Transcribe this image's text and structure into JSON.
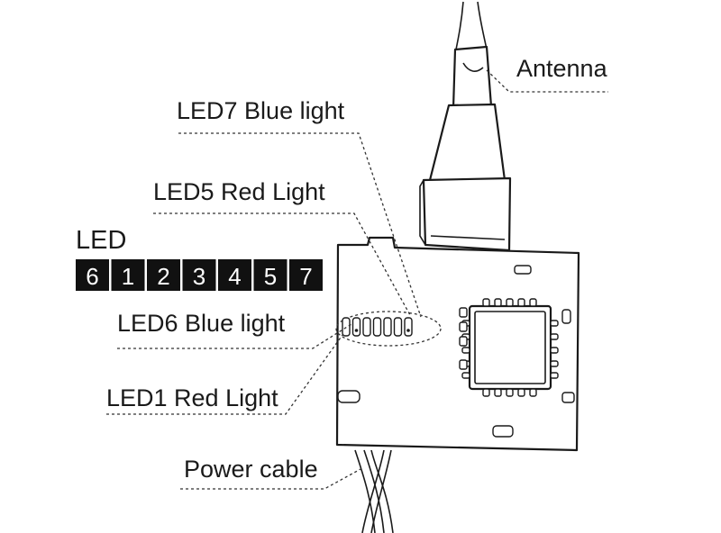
{
  "labels": {
    "antenna": "Antenna",
    "led7": "LED7 Blue light",
    "led5": "LED5 Red Light",
    "led_header": "LED",
    "led6": "LED6 Blue light",
    "led1": "LED1 Red Light",
    "power_cable": "Power cable"
  },
  "led_order": [
    "6",
    "1",
    "2",
    "3",
    "4",
    "5",
    "7"
  ],
  "colors": {
    "line": "#1a1a1a",
    "led_box": "#111111",
    "led_text": "#ffffff",
    "background": "#ffffff"
  }
}
